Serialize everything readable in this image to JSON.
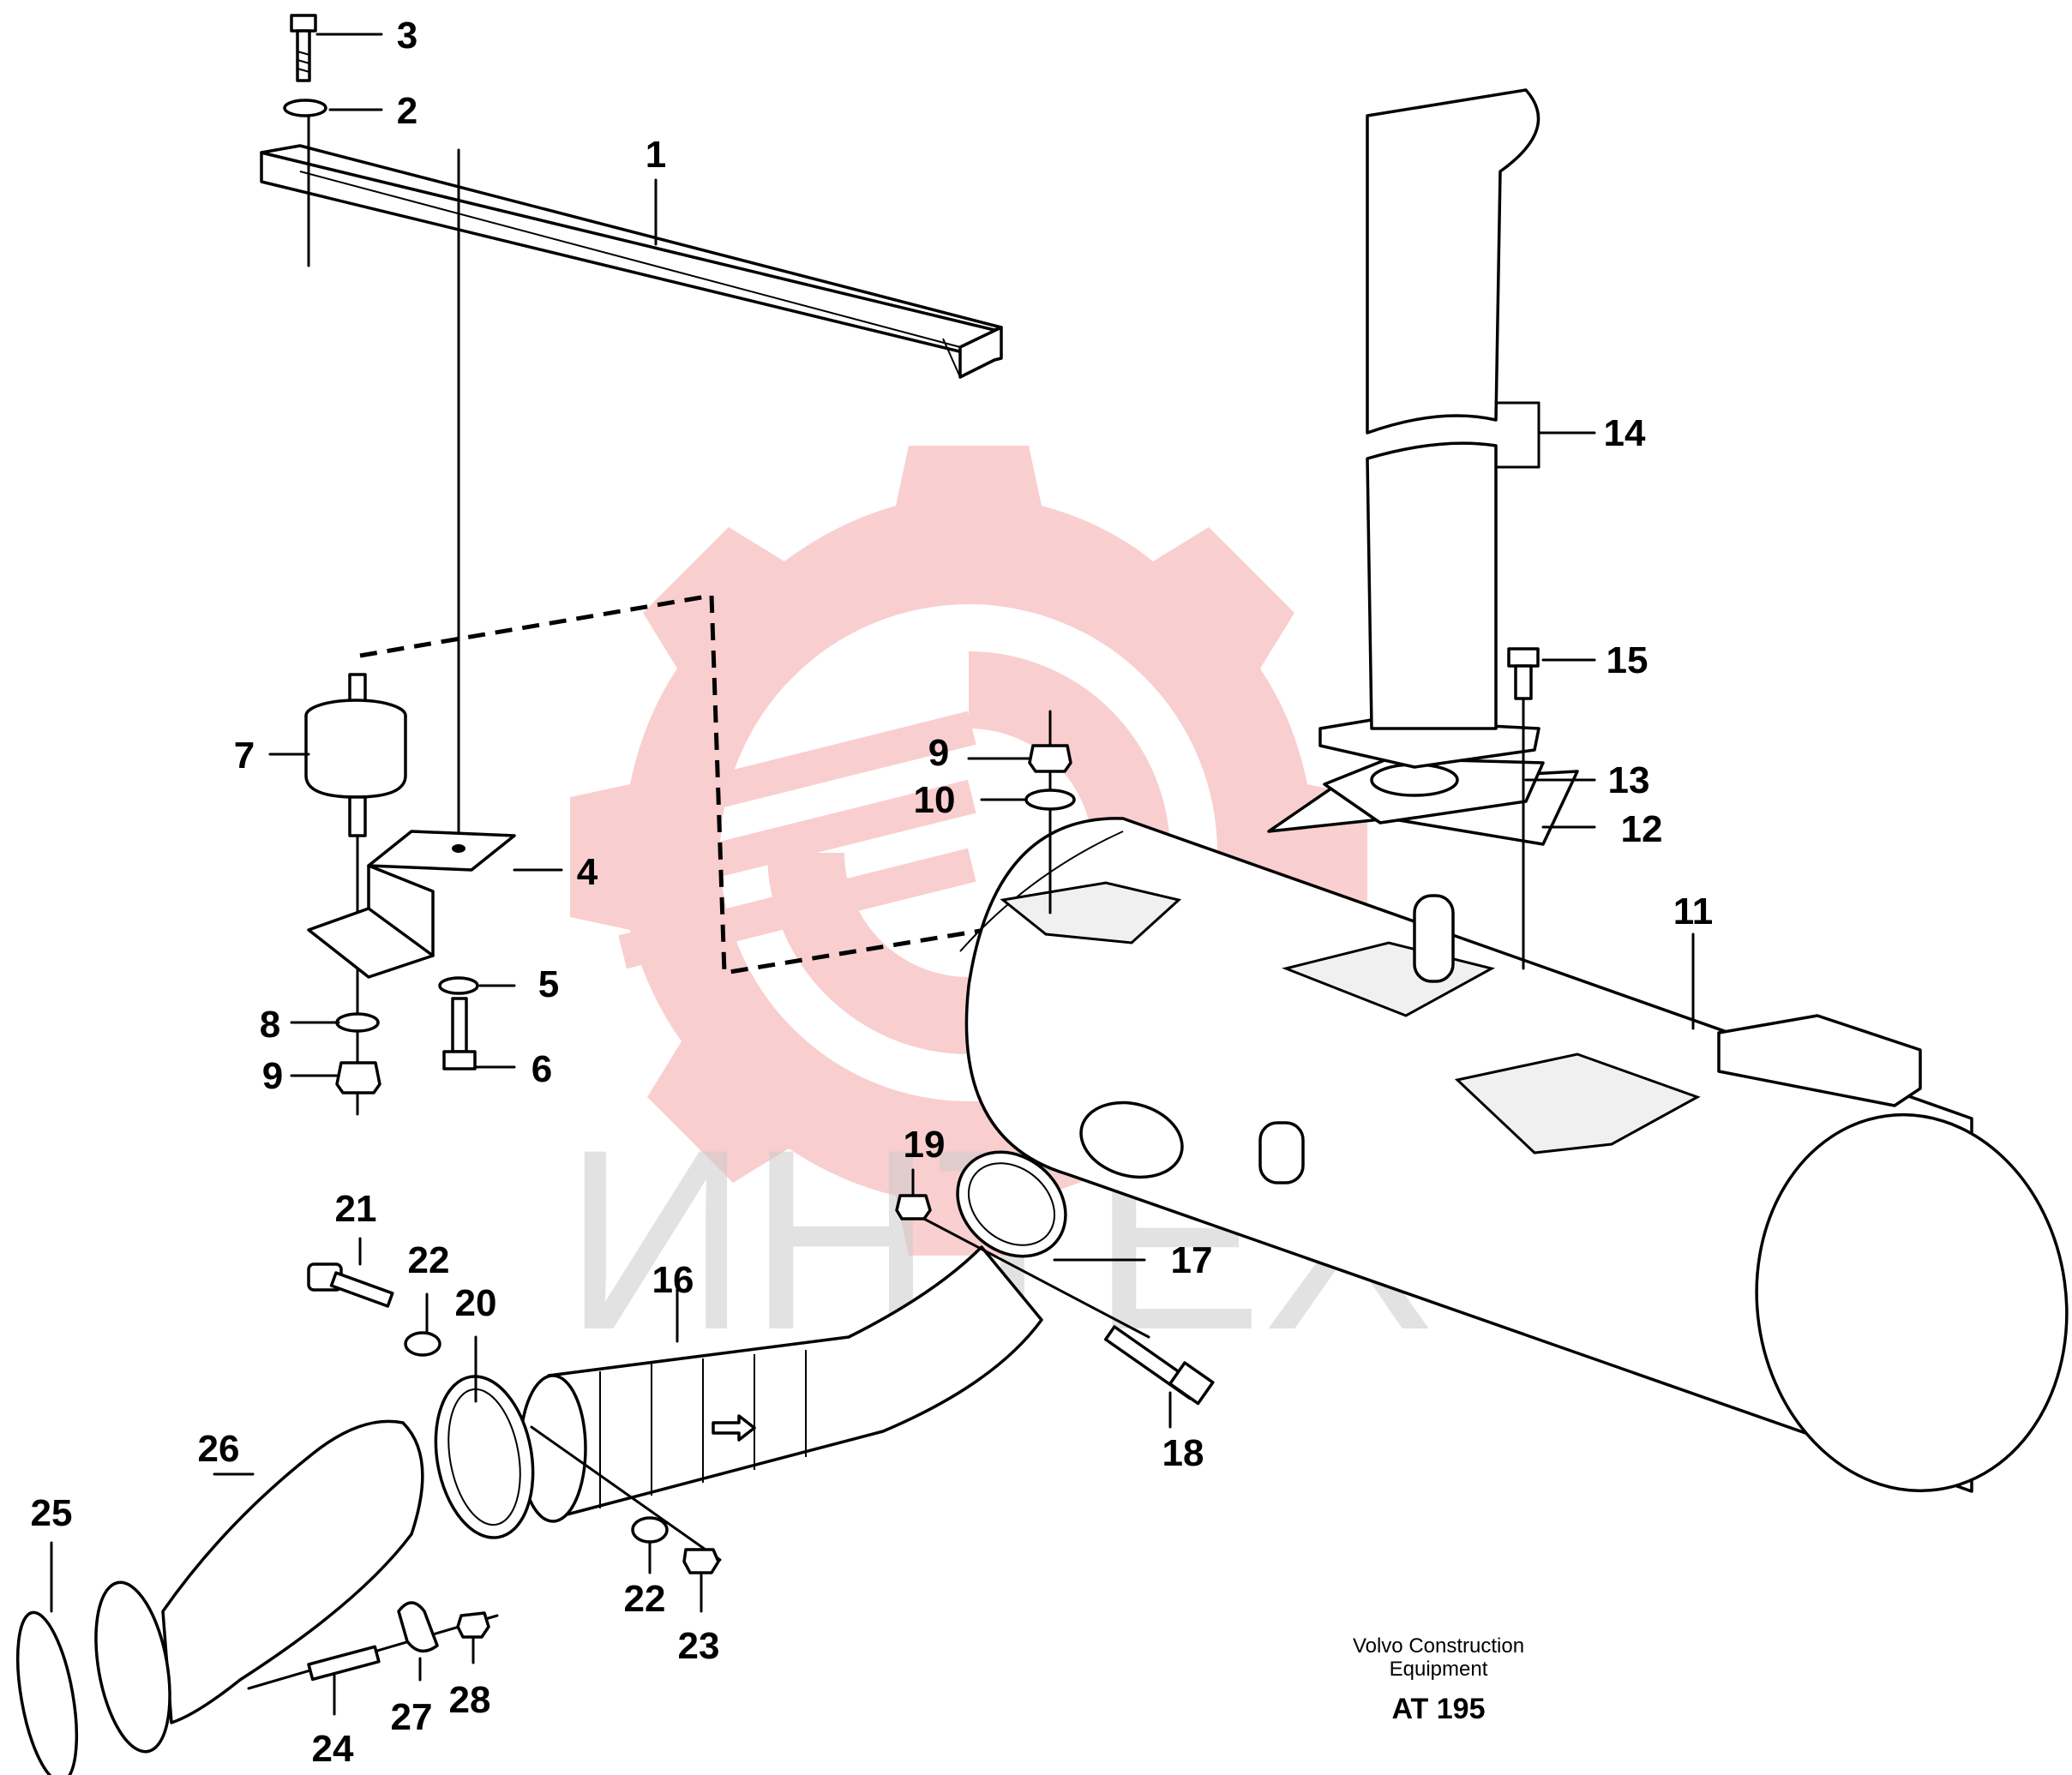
{
  "callouts": {
    "c1": "1",
    "c2": "2",
    "c3": "3",
    "c4": "4",
    "c5": "5",
    "c6": "6",
    "c7": "7",
    "c8": "8",
    "c9a": "9",
    "c9b": "9",
    "c10": "10",
    "c11": "11",
    "c12": "12",
    "c13": "13",
    "c14": "14",
    "c15": "15",
    "c16": "16",
    "c17": "17",
    "c18": "18",
    "c19": "19",
    "c20": "20",
    "c21": "21",
    "c22a": "22",
    "c22b": "22",
    "c23": "23",
    "c24": "24",
    "c25": "25",
    "c26": "26",
    "c27": "27",
    "c28": "28"
  },
  "caption": {
    "company_line1": "Volvo Construction",
    "company_line2": "Equipment",
    "ref": "AT 195"
  },
  "watermark": {
    "text": "ИНТЕХ",
    "color": "#e8242b",
    "text_color": "#cccccc"
  }
}
